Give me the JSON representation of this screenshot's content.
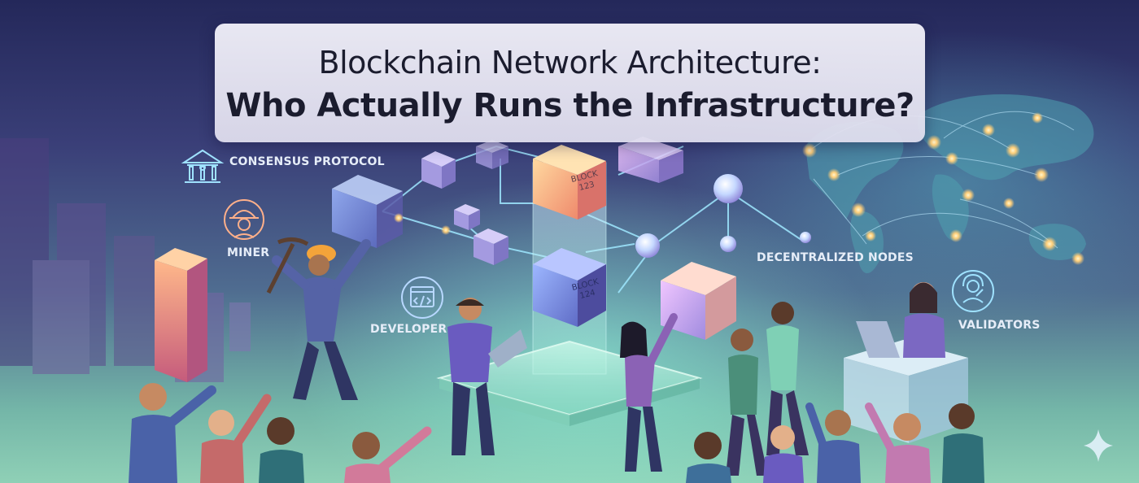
{
  "title": {
    "line1": "Blockchain Network Architecture:",
    "line2": "Who Actually Runs the Infrastructure?"
  },
  "labels": {
    "consensus": "CONSENSUS PROTOCOL",
    "miner": "MINER",
    "developer": "DEVELOPER",
    "nodes": "DECENTRALIZED NODES",
    "validators": "VALIDATORS"
  },
  "blocks": {
    "block_123": "BLOCK 123",
    "block_124": "BLOCK 124"
  },
  "icons": {
    "consensus": "bank-network-icon",
    "miner": "miner-helmet-icon",
    "developer": "code-window-icon",
    "validators": "headset-support-icon",
    "corner": "sparkle-icon"
  },
  "colors": {
    "background_top": "#24285a",
    "background_bottom": "#8fd0b6",
    "node_glow": "#ffd58a",
    "network_line": "#9fe8ff",
    "title_text": "#1b1c2e"
  }
}
